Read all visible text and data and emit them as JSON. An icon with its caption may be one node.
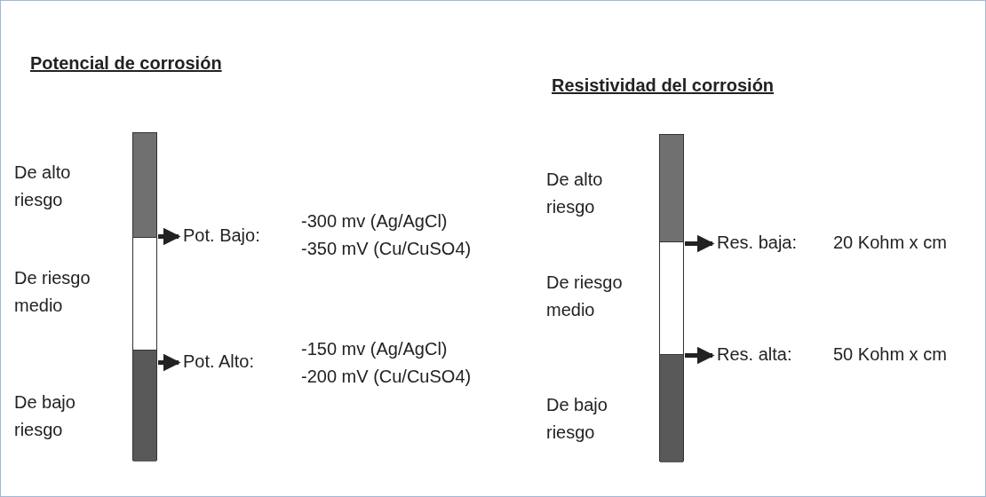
{
  "diagram": {
    "nodes": [
      {
        "text": [],
        "shape": "bar"
      },
      {
        "text": [],
        "shape": "bar",
        "in": 0,
        "beside": [
          "De alto riesgo"
        ]
      },
      {
        "text": [],
        "shape": "bar",
        "in": 0,
        "beside": [
          "De riesgo medio"
        ]
      },
      {
        "text": [],
        "shape": "bar",
        "in": 0,
        "beside": [
          "De bajo riesgo"
        ]
      },
      {
        "text": [
          "Pot. Bajo:"
        ],
        "beside": [
          "-300 mv (Ag/AgCl)",
          "-350 mV (Cu/CuSO4)"
        ]
      },
      {
        "text": [
          "Pot. Alto:"
        ],
        "beside": [
          "-150 mv (Ag/AgCl)",
          "-200 mV (Cu/CuSO4)"
        ]
      },
      {
        "text": [],
        "shape": "bar"
      },
      {
        "text": [],
        "shape": "bar",
        "in": 6,
        "beside": [
          "De alto riesgo"
        ]
      },
      {
        "text": [],
        "shape": "bar",
        "in": 6,
        "beside": [
          "De riesgo medio"
        ]
      },
      {
        "text": [],
        "shape": "bar",
        "in": 6,
        "beside": [
          "De bajo riesgo"
        ]
      },
      {
        "text": [
          "Res. baja:"
        ],
        "beside": [
          "20 Kohm x cm"
        ]
      },
      {
        "text": [
          "Res. alta:"
        ],
        "beside": [
          "50 Kohm x cm"
        ]
      }
    ],
    "edges": [
      {
        "from": 0,
        "to": 4,
        "arrow": "to"
      },
      {
        "from": 0,
        "to": 5,
        "arrow": "to"
      },
      {
        "from": 6,
        "to": 10,
        "arrow": "to"
      },
      {
        "from": 6,
        "to": 11,
        "arrow": "to"
      }
    ],
    "labels": [
      "Potencial de corrosión",
      "Resistividad del corrosión"
    ]
  }
}
